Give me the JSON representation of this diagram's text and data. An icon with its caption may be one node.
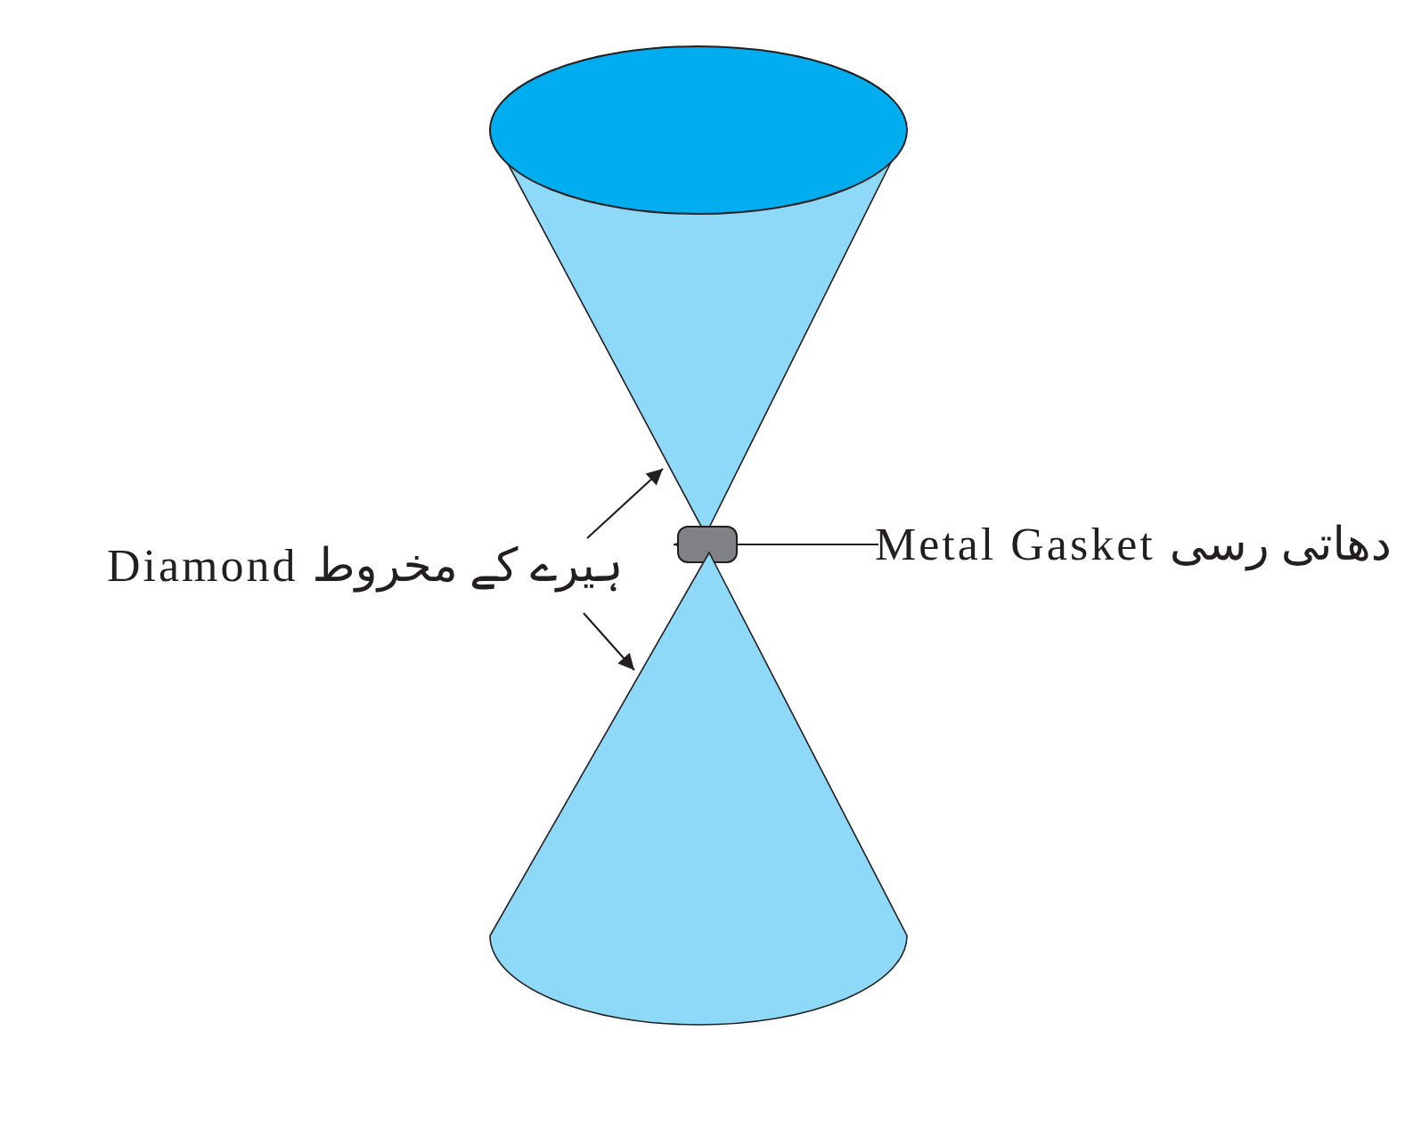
{
  "diagram": {
    "nodes": [
      {
        "text": [],
        "shape": "cone"
      },
      {
        "text": [
          "Diamond ہیرے کے مخروط"
        ]
      },
      {
        "text": [],
        "shape": "box"
      },
      {
        "text": [
          "Metal Gasket دھاتی رسی"
        ]
      },
      {
        "text": [],
        "shape": "cone"
      }
    ],
    "edges": [
      {
        "from": 1,
        "to": 0,
        "arrow": "to"
      },
      {
        "from": 1,
        "to": 4,
        "arrow": "to"
      },
      {
        "from": 3,
        "to": 2,
        "arrow": "to"
      }
    ]
  }
}
